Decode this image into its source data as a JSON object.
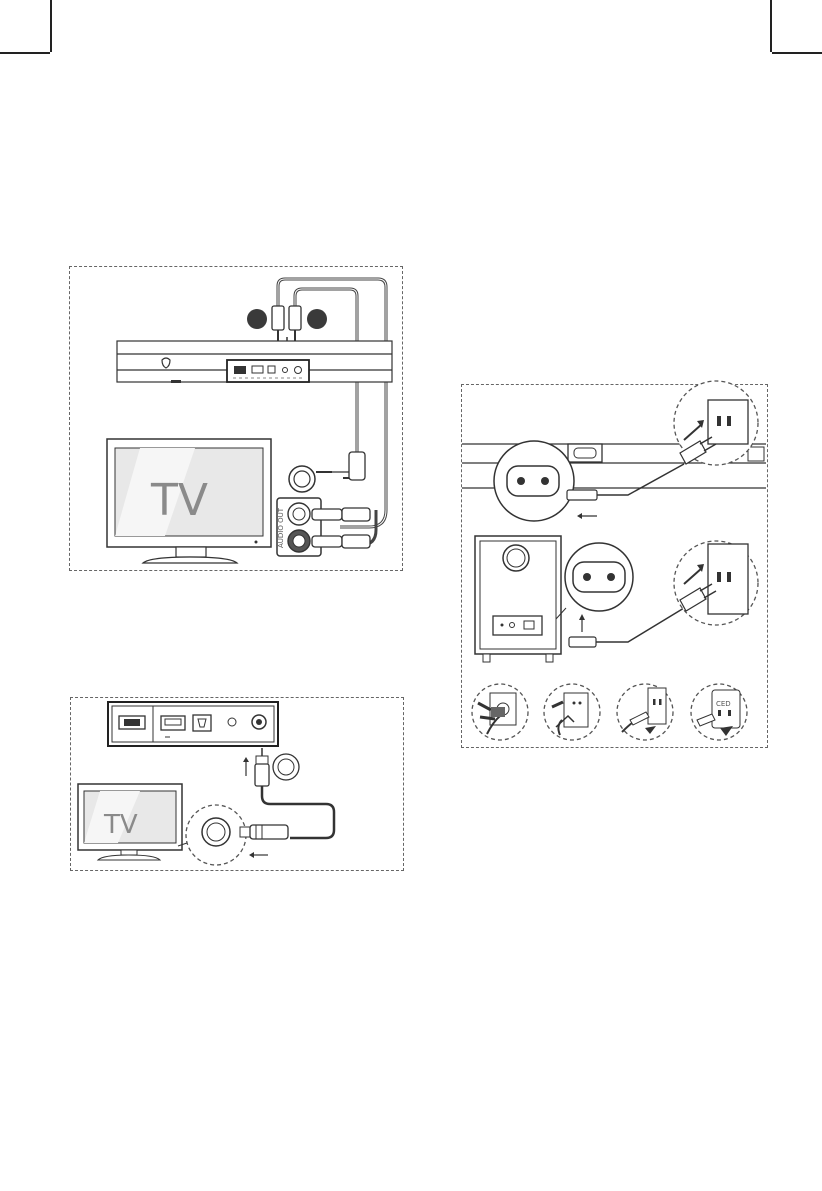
{
  "figures": {
    "analog_connection": {
      "tv_label": "TV",
      "port_label": "AUDIO OUT"
    },
    "optical_connection": {
      "tv_label": "TV"
    },
    "power_connection": {
      "wall_code": "CED"
    }
  },
  "colors": {
    "line": "#333333",
    "outline": "#555555",
    "dash": "#666666",
    "callout_dark": "#3a3a3a"
  }
}
